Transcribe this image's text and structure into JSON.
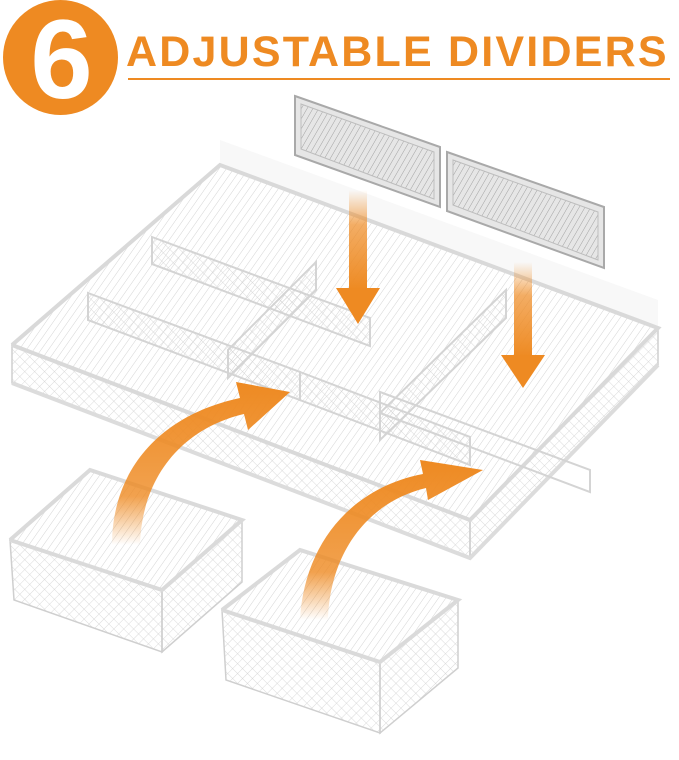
{
  "header": {
    "badge_number": "6",
    "title": "ADJUSTABLE DIVIDERS"
  },
  "colors": {
    "accent_orange": "#ee8a22",
    "mesh_gray": "#c9c9c9",
    "frame_gray": "#b5b5b5",
    "background": "#ffffff"
  },
  "illustration": {
    "loose_dividers_count": 2,
    "baskets_count": 2,
    "arrows": [
      "down-arrow",
      "down-arrow",
      "curved-up-arrow",
      "curved-up-arrow"
    ]
  }
}
